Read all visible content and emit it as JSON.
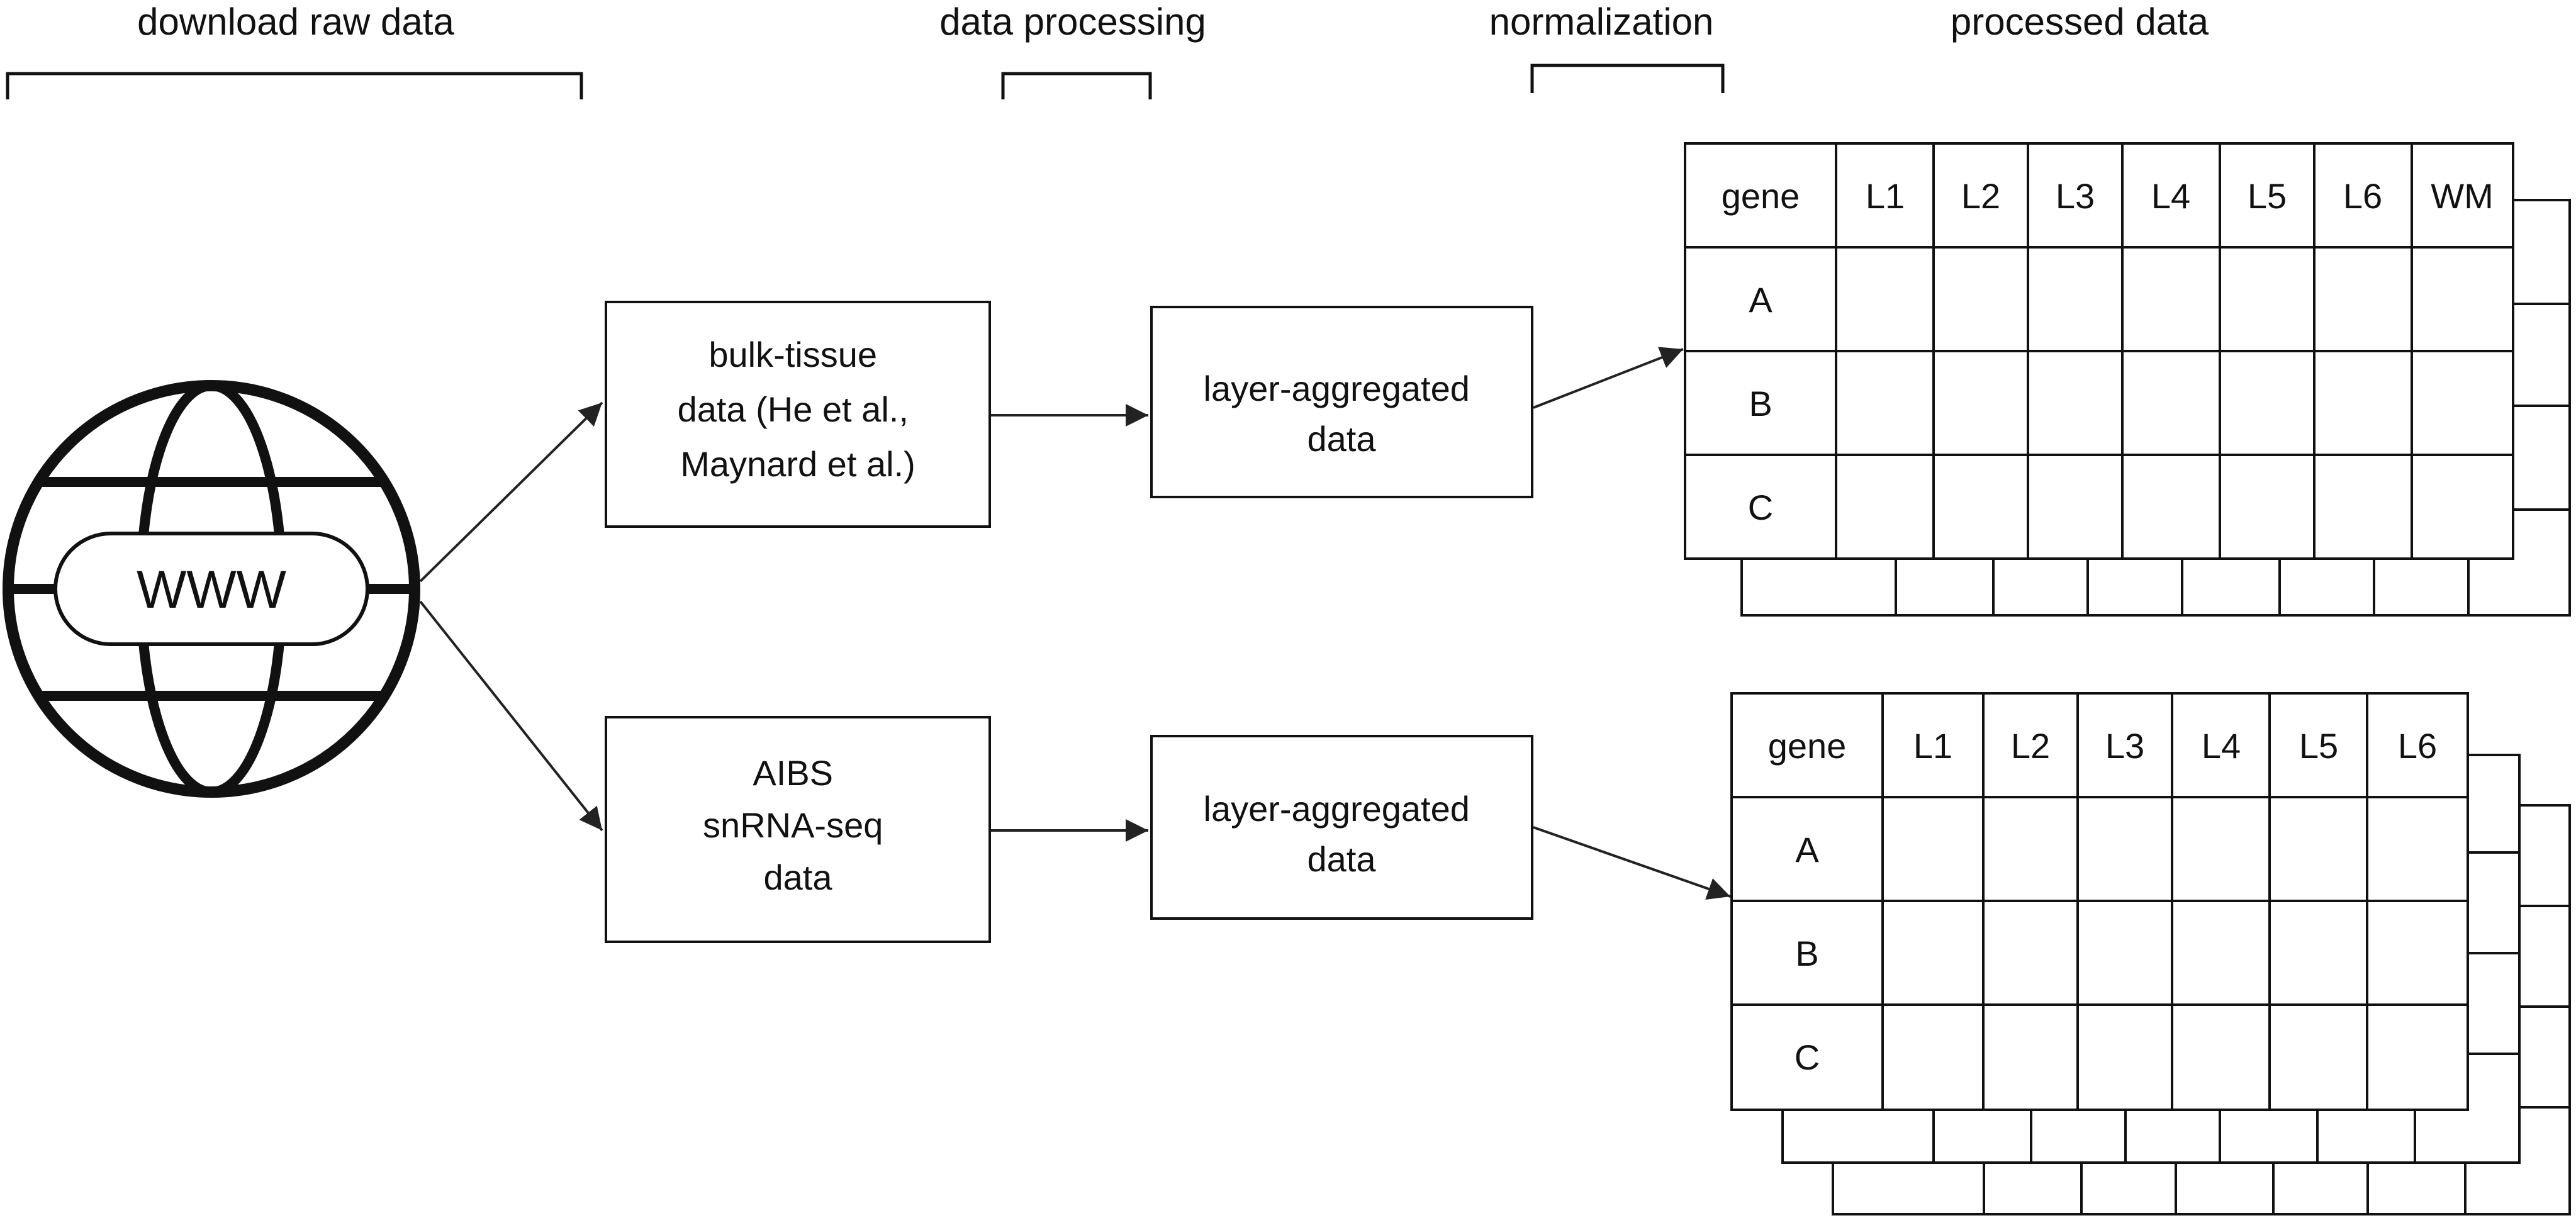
{
  "stages": {
    "download": "download raw data",
    "processing": "data processing",
    "normalization": "normalization",
    "processed": "processed data"
  },
  "source": {
    "label": "WWW"
  },
  "top_row": {
    "source_box": [
      "bulk-tissue",
      "data (He et al.,",
      "Maynard et al.)"
    ],
    "aggregate_box": [
      "layer-aggregated",
      "data"
    ]
  },
  "bottom_row": {
    "source_box": [
      "AIBS",
      "snRNA-seq",
      "data"
    ],
    "aggregate_box": [
      "layer-aggregated",
      "data"
    ]
  },
  "table_top": {
    "header": [
      "gene",
      "L1",
      "L2",
      "L3",
      "L4",
      "L5",
      "L6",
      "WM"
    ],
    "rows": [
      "A",
      "B",
      "C"
    ]
  },
  "table_bottom": {
    "header": [
      "gene",
      "L1",
      "L2",
      "L3",
      "L4",
      "L5",
      "L6"
    ],
    "rows": [
      "A",
      "B",
      "C"
    ]
  }
}
